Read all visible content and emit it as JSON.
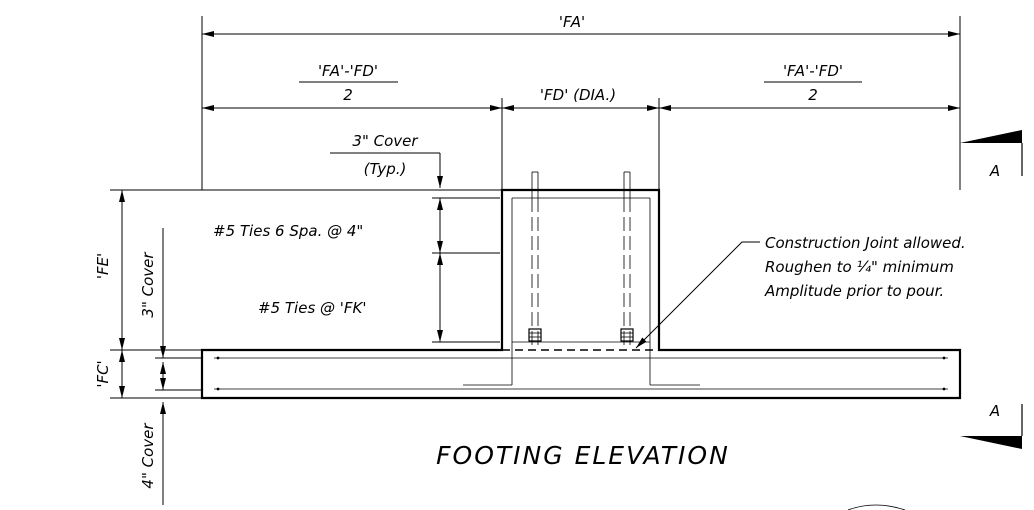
{
  "title": "FOOTING ELEVATION",
  "dimensions": {
    "overall_width": "'FA'",
    "left_half_numerator": "'FA'-'FD'",
    "left_half_denominator": "2",
    "pedestal_diameter": "'FD' (DIA.)",
    "right_half_numerator": "'FA'-'FD'",
    "right_half_denominator": "2",
    "pedestal_height": "'FE'",
    "footing_thickness": "'FC'",
    "side_cover": "3\" Cover",
    "bottom_cover": "4\" Cover"
  },
  "notes": {
    "cover_top_line1": "3\" Cover",
    "cover_top_line2": "(Typ.)",
    "ties_upper": "#5 Ties 6 Spa. @ 4\"",
    "ties_lower": "#5 Ties @ 'FK'",
    "joint_line1": "Construction Joint allowed.",
    "joint_line2": "Roughen to ¼\" minimum",
    "joint_line3": "Amplitude prior to pour."
  },
  "section_marks": {
    "top": "A",
    "bottom": "A"
  }
}
